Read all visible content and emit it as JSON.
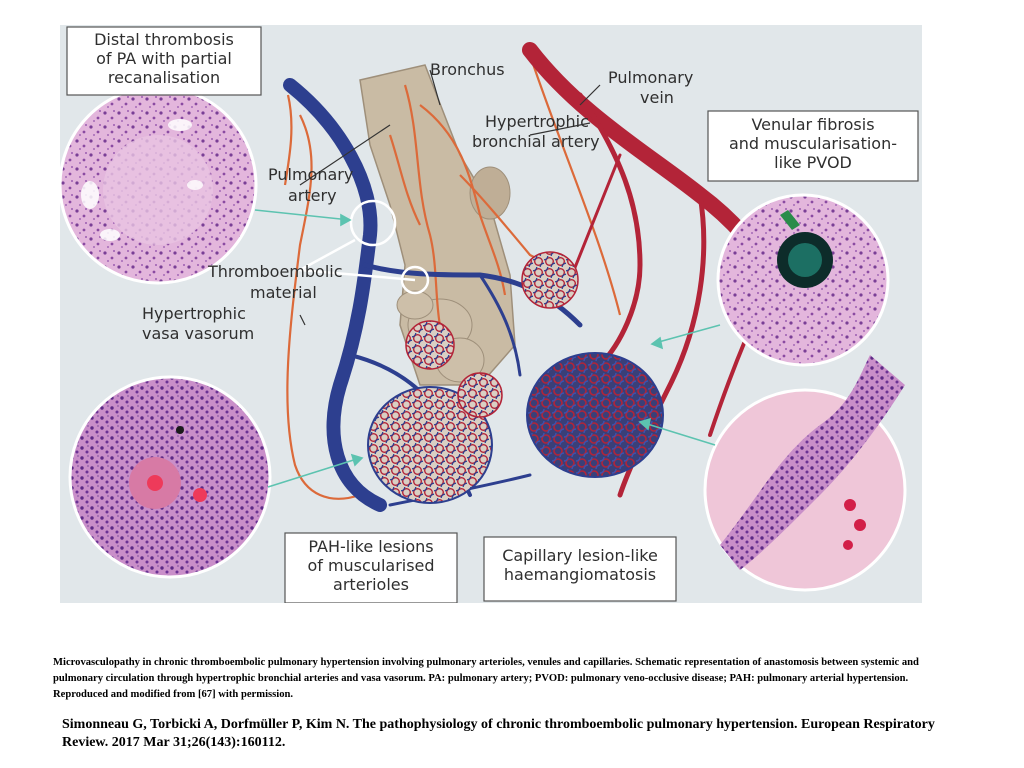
{
  "figure": {
    "labels": {
      "distal_thrombosis": [
        "Distal thrombosis",
        "of PA with partial",
        "recanalisation"
      ],
      "bronchus": "Bronchus",
      "pulmonary_vein": [
        "Pulmonary",
        "vein"
      ],
      "hypertrophic_bronchial_artery": [
        "Hypertrophic",
        "bronchial artery"
      ],
      "venular_fibrosis": [
        "Venular fibrosis",
        "and muscularisation-",
        "like PVOD"
      ],
      "pulmonary_artery": [
        "Pulmonary",
        "artery"
      ],
      "thromboembolic_material": [
        "Thromboembolic",
        "material"
      ],
      "hypertrophic_vasa_vasorum": [
        "Hypertrophic",
        "vasa vasorum"
      ],
      "pah_like_lesions": [
        "PAH-like lesions",
        "of muscularised",
        "arterioles"
      ],
      "capillary_lesion": [
        "Capillary lesion-like",
        "haemangiomatosis"
      ]
    },
    "colors": {
      "background": "#e1e7ea",
      "artery_blue": "#2d3f8f",
      "vein_red": "#b32438",
      "bronchial_orange": "#dc6a3a",
      "bronchus_tan": "#c7b8a0",
      "tissue_pink": "#d89ac8",
      "pointer_teal": "#5cc3b0"
    }
  },
  "caption": "Microvasculopathy in chronic thromboembolic pulmonary hypertension involving pulmonary arterioles, venules and capillaries. Schematic representation of anastomosis between systemic and pulmonary circulation through hypertrophic bronchial arteries and vasa vasorum. PA: pulmonary artery; PVOD: pulmonary veno-occlusive disease; PAH: pulmonary arterial hypertension. Reproduced and modified from [67] with permission.",
  "citation": "Simonneau G, Torbicki A, Dorfmüller P, Kim N. The pathophysiology of chronic thromboembolic pulmonary hypertension. European Respiratory Review. 2017 Mar 31;26(143):160112."
}
